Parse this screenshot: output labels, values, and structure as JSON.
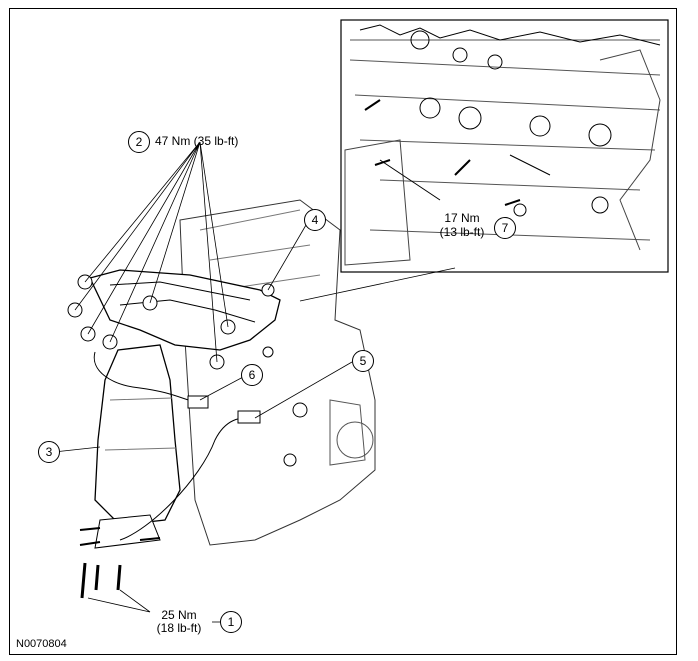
{
  "figure_id": "N0070804",
  "callouts": [
    {
      "num": "1",
      "torque_nm": "25 Nm",
      "torque_lbft": "(18 lb-ft)"
    },
    {
      "num": "2",
      "torque": "47 Nm (35 lb-ft)"
    },
    {
      "num": "3"
    },
    {
      "num": "4"
    },
    {
      "num": "5"
    },
    {
      "num": "6"
    },
    {
      "num": "7",
      "torque_nm": "17 Nm",
      "torque_lbft": "(13 lb-ft)"
    }
  ]
}
